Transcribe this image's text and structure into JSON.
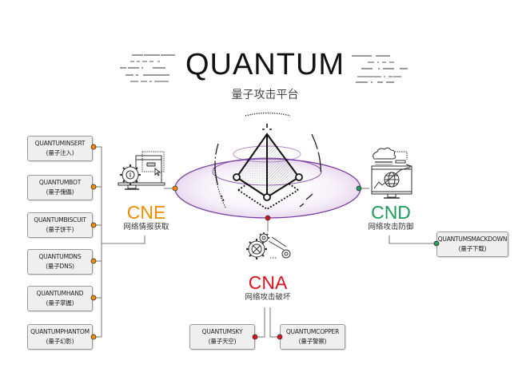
{
  "header": {
    "title": "QUANTUM",
    "subtitle": "量子攻击平台"
  },
  "colors": {
    "cne": "#f08c00",
    "cnd": "#1e9c5a",
    "cna": "#d9141c",
    "ring": "#7a3fa0",
    "line": "#777777",
    "box_fill": "#efefef",
    "box_border": "#999999"
  },
  "categories": {
    "cne": {
      "code": "CNE",
      "name": "网络情报获取",
      "icon": "gear-monitor-icon"
    },
    "cnd": {
      "code": "CND",
      "name": "网络攻击防御",
      "icon": "cloud-globe-monitor-icon"
    },
    "cna": {
      "code": "CNA",
      "name": "网络攻击破坏",
      "icon": "gears-icon"
    }
  },
  "center": {
    "icon": "pyramid-orbit-icon"
  },
  "tools": {
    "cne": [
      {
        "name": "QUANTUMINSERT",
        "cn": "(量子注入)"
      },
      {
        "name": "QUANTUMBOT",
        "cn": "(量子傀儡)"
      },
      {
        "name": "QUANTUMBISCUIT",
        "cn": "(量子饼干)"
      },
      {
        "name": "QUANTUMDNS",
        "cn": "(量子DNS)"
      },
      {
        "name": "QUANTUMHAND",
        "cn": "(量子掌握)"
      },
      {
        "name": "QUANTUMPHANTOM",
        "cn": "(量子幻影)"
      }
    ],
    "cnd": [
      {
        "name": "QUANTUMSMACKDOWN",
        "cn": "(量子下载)"
      }
    ],
    "cna": [
      {
        "name": "QUANTUMSKY",
        "cn": "(量子天空)"
      },
      {
        "name": "QUANTUMCOPPER",
        "cn": "(量子警察)"
      }
    ]
  }
}
